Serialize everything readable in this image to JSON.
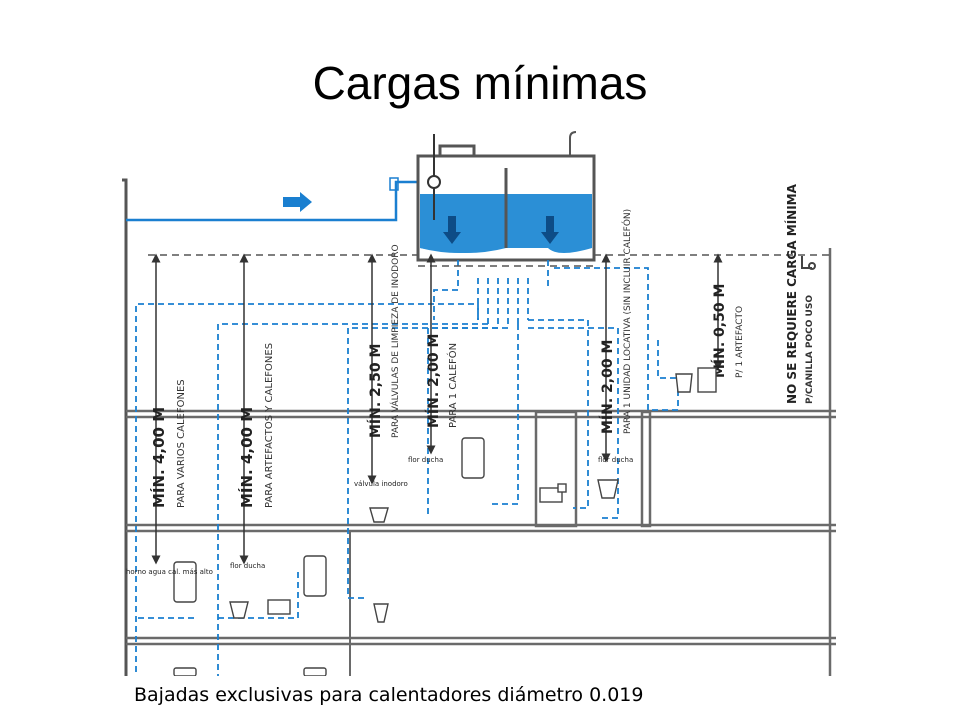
{
  "slide": {
    "title": "Cargas mínimas",
    "caption": "Bajadas exclusivas para calentadores diámetro 0.019"
  },
  "diagram": {
    "labels": [
      {
        "main": "MÍN. 4,00 M",
        "sub": "PARA VARIOS CALEFONES"
      },
      {
        "main": "MÍN. 4,00 M",
        "sub": "PARA ARTEFACTOS Y CALEFONES"
      },
      {
        "main": "MÍN. 2,50 M",
        "sub": "PARA VÁLVULAS DE LIMPIEZA DE INODORO"
      },
      {
        "main": "MÍN. 2,00 M",
        "sub": "PARA 1 CALEFÓN"
      },
      {
        "main": "MÍN. 2,00 M",
        "sub": "PARA 1 UNIDAD LOCATIVA (SIN INCLUIR CALEFÓN)"
      },
      {
        "main": "MÍN. 0,50 M",
        "sub": "P/ 1 ARTEFACTO"
      },
      {
        "main": "NO SE REQUIERE CARGA MÍNIMA",
        "sub": "P/CANILLA POCO USO"
      }
    ],
    "fixture_labels": {
      "flor_ducha_1": "flor ducha",
      "valvula_inodoro": "válvula inodoro",
      "flor_ducha_2": "flor ducha",
      "horno": "horno agua cal. más alto",
      "flor_ducha_3": "flor ducha"
    },
    "colors": {
      "water": "#2b8fd6",
      "pipe": "#1a7fd0",
      "structure": "#555555",
      "measure": "#333333"
    }
  }
}
